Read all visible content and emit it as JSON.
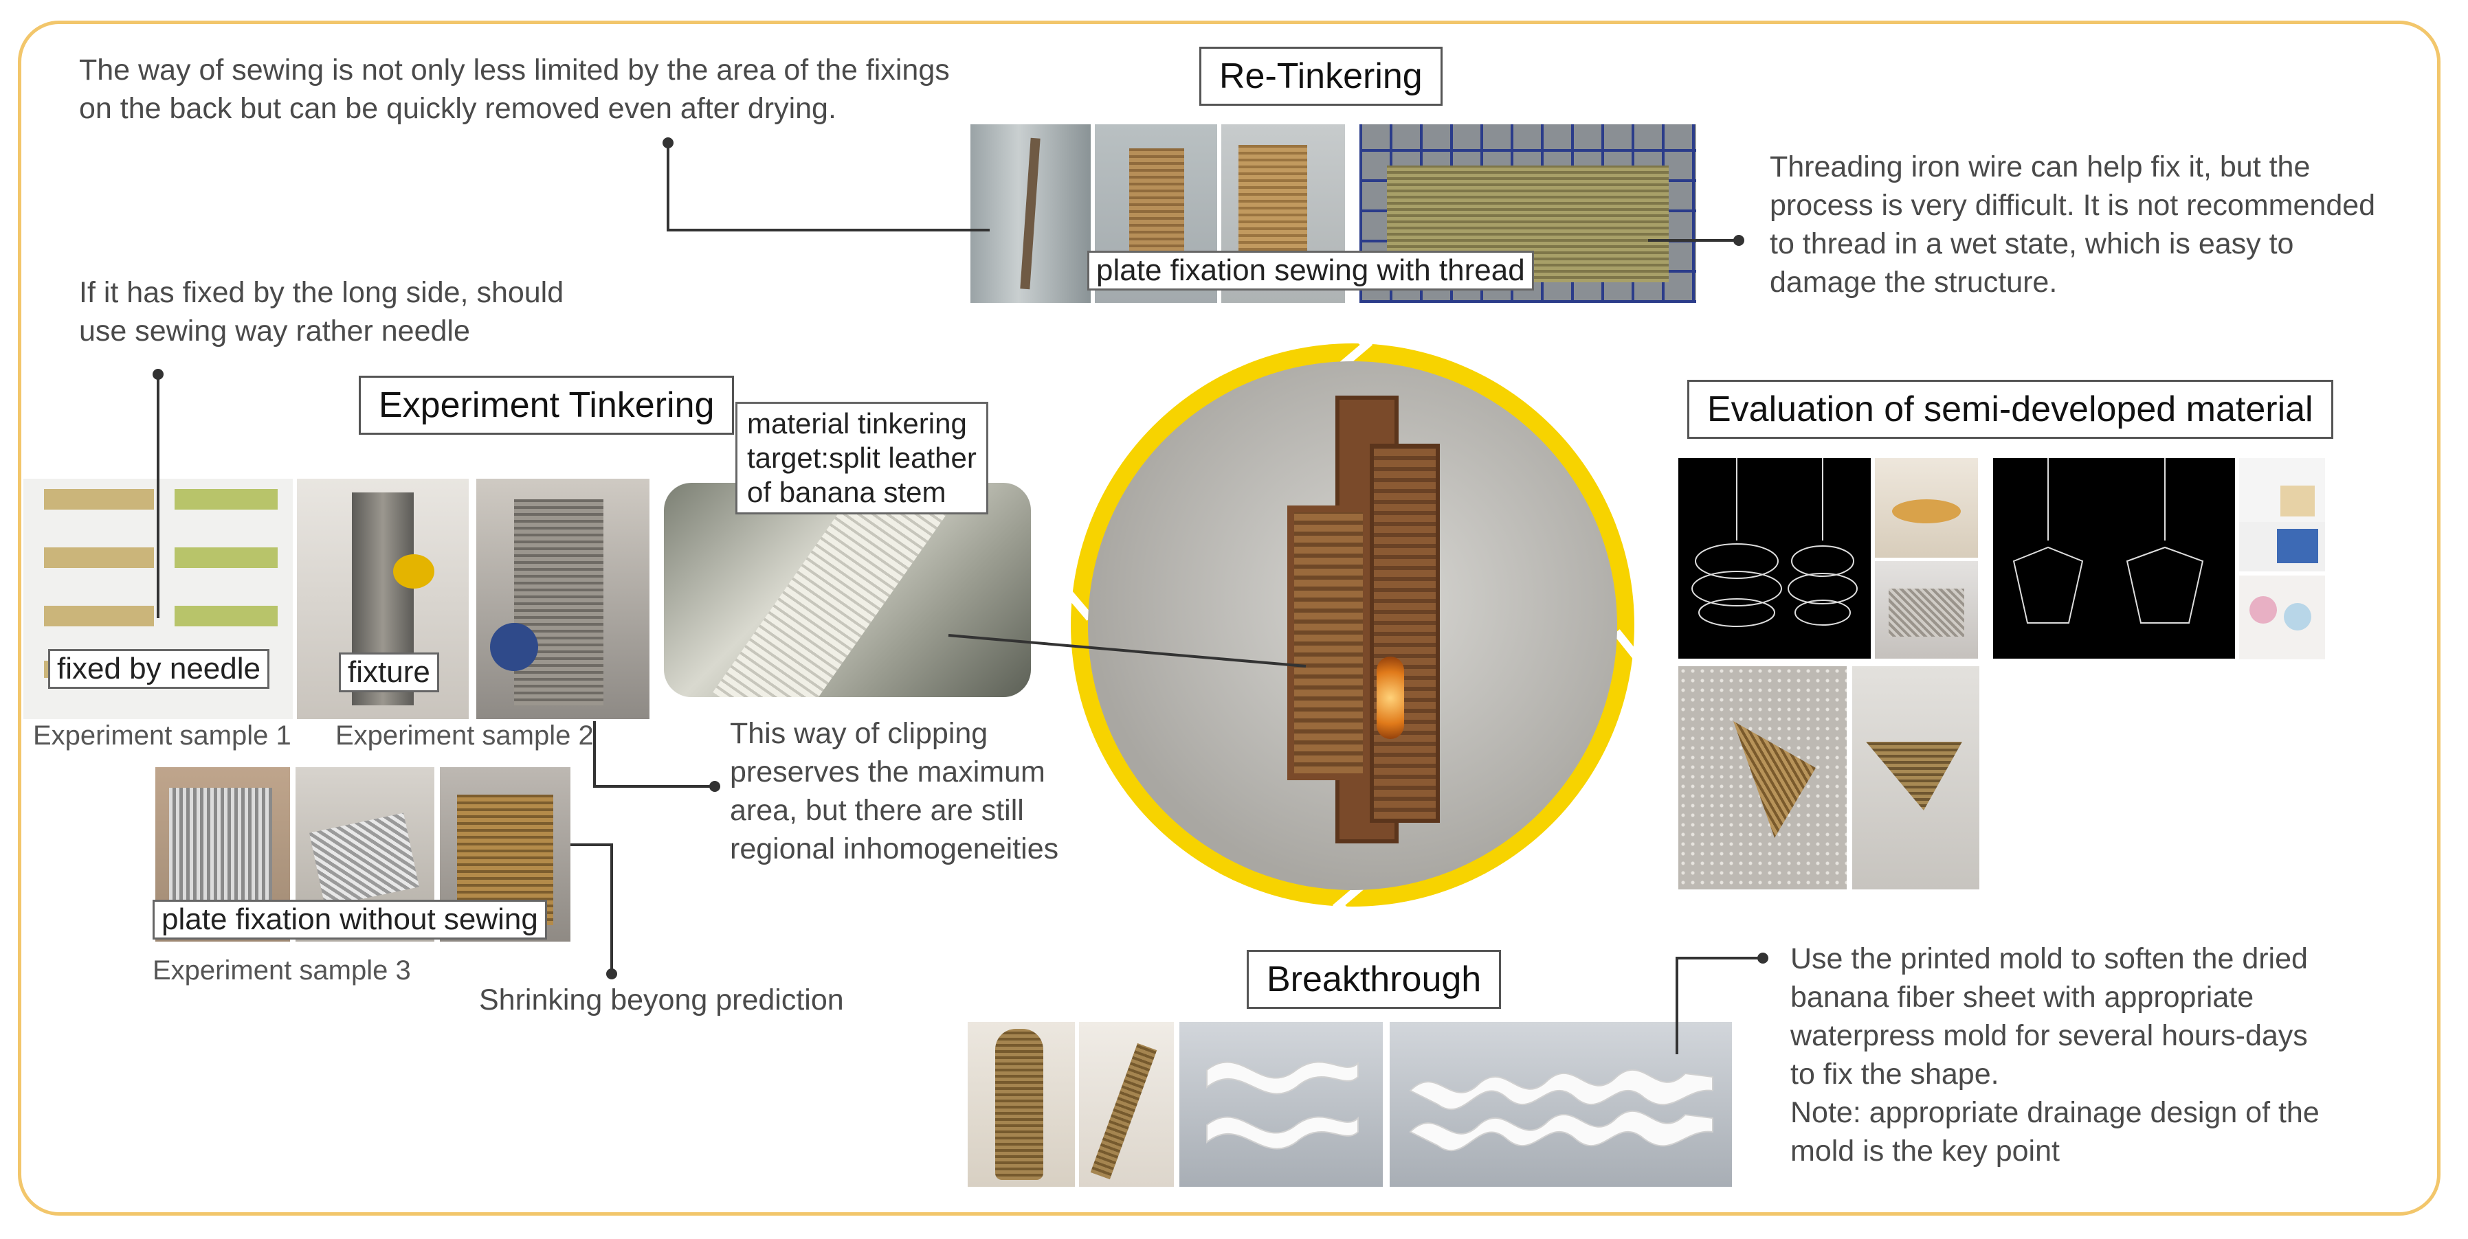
{
  "sections": {
    "retinkering": "Re-Tinkering",
    "experiment": "Experiment Tinkering",
    "evaluation": "Evaluation of semi-developed material",
    "breakthrough": "Breakthrough"
  },
  "notes": {
    "sewing": "The way of sewing is not only less limited by the area of the fixings\non the back but can be quickly removed even after drying.",
    "long_side": "If it has fixed by the long side, should\nuse sewing way rather needle",
    "iron_wire": "Threading iron wire can help fix it, but the\nprocess is very difficult. It is not recommended\nto thread  in a wet state, which is easy to\ndamage the structure.",
    "clipping": "This way of clipping\npreserves the maximum\narea, but there are still\nregional inhomogeneities",
    "shrinking": "Shrinking beyong prediction",
    "mold": "Use the printed mold to soften the dried\nbanana fiber sheet with appropriate\nwaterpress mold for several hours-days\nto fix the shape.\nNote: appropriate drainage design of the\nmold is the key point"
  },
  "captions": {
    "plate_sewing": "plate fixation sewing with thread",
    "needle": "fixed by needle",
    "fixture": "fixture",
    "without_sewing": "plate fixation without sewing",
    "target": "material tinkering\ntarget:split leather\nof banana stem"
  },
  "labels": {
    "sample1": "Experiment sample 1",
    "sample2": "Experiment sample 2",
    "sample3": "Experiment sample 3"
  },
  "colors": {
    "frame": "#f2c66b",
    "cycle_ring": "#f7d300",
    "wood": "#7a4a2a"
  },
  "icons": [
    "cycle-arrow-icon",
    "wall-lamp-photo"
  ]
}
